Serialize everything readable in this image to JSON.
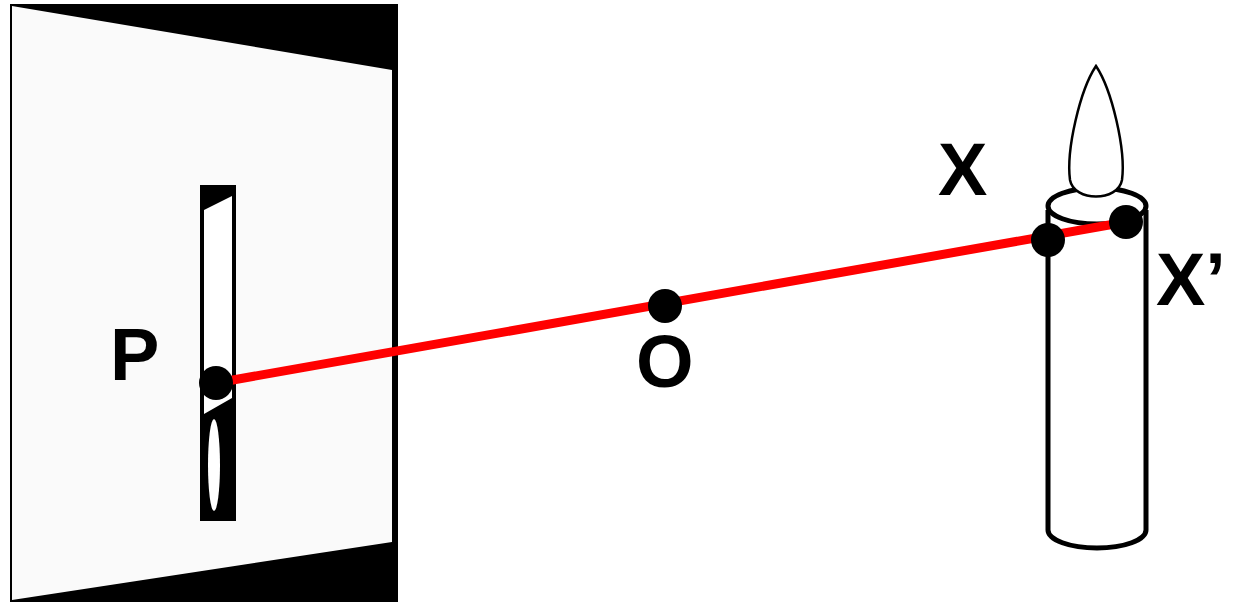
{
  "diagram": {
    "labels": [
      "X",
      "X’",
      "P",
      "O"
    ]
  }
}
